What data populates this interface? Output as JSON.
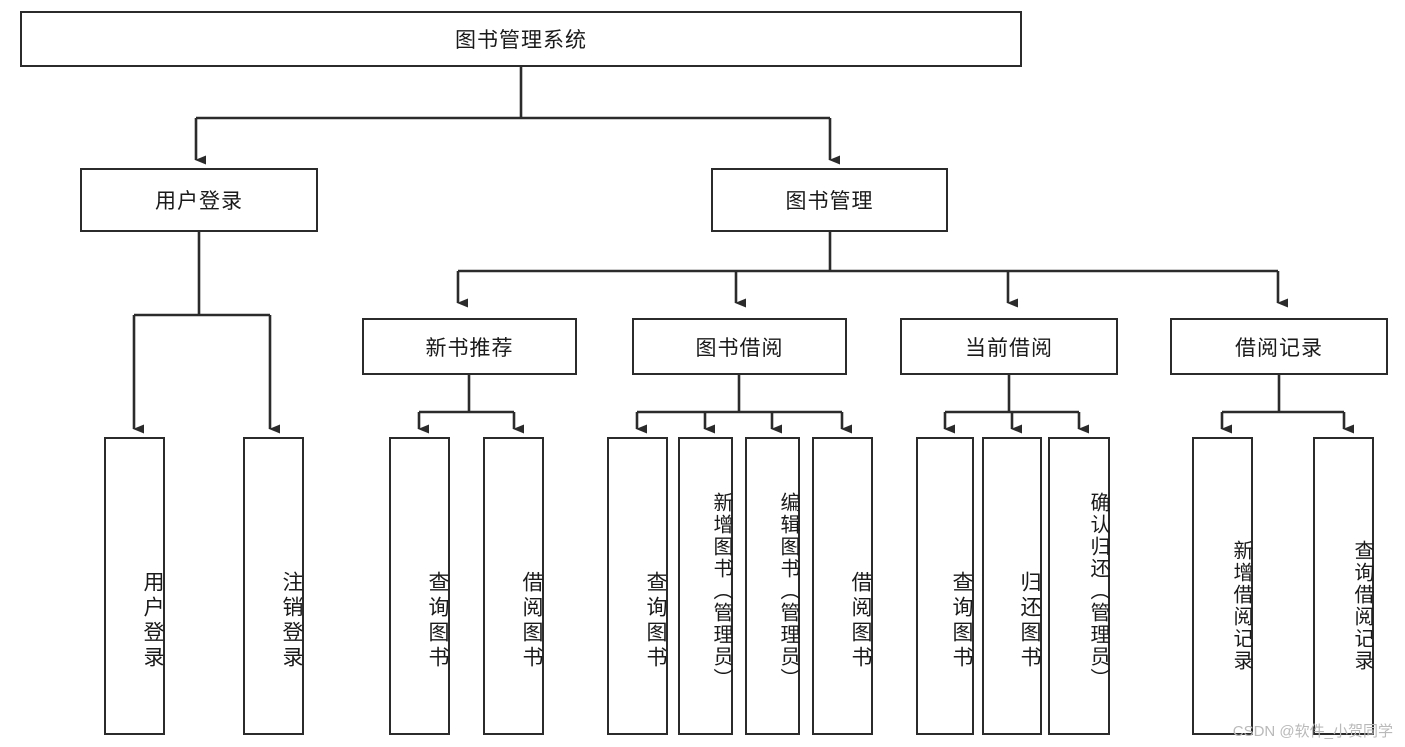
{
  "diagram": {
    "type": "tree",
    "title": "图书管理系统",
    "root": {
      "label": "图书管理系统"
    },
    "level2": [
      {
        "label": "用户登录"
      },
      {
        "label": "图书管理"
      }
    ],
    "level3": [
      {
        "label": "新书推荐"
      },
      {
        "label": "图书借阅"
      },
      {
        "label": "当前借阅"
      },
      {
        "label": "借阅记录"
      }
    ],
    "leaves": {
      "user_login": [
        {
          "label": "用户登录"
        },
        {
          "label": "注销登录"
        }
      ],
      "new_book_recommend": [
        {
          "label": "查询图书"
        },
        {
          "label": "借阅图书"
        }
      ],
      "book_borrow": [
        {
          "label": "查询图书"
        },
        {
          "label": "新增图书（管理员）"
        },
        {
          "label": "编辑图书（管理员）"
        },
        {
          "label": "借阅图书"
        }
      ],
      "current_borrow": [
        {
          "label": "查询图书"
        },
        {
          "label": "归还图书"
        },
        {
          "label": "确认归还（管理员）"
        }
      ],
      "borrow_record": [
        {
          "label": "新增借阅记录"
        },
        {
          "label": "查询借阅记录"
        }
      ]
    }
  },
  "watermark": {
    "text": "CSDN @软件_小贺同学"
  },
  "colors": {
    "border": "#2b2b2b",
    "background": "#ffffff",
    "text": "#1a1a1a",
    "watermark": "#b9b9b9"
  }
}
